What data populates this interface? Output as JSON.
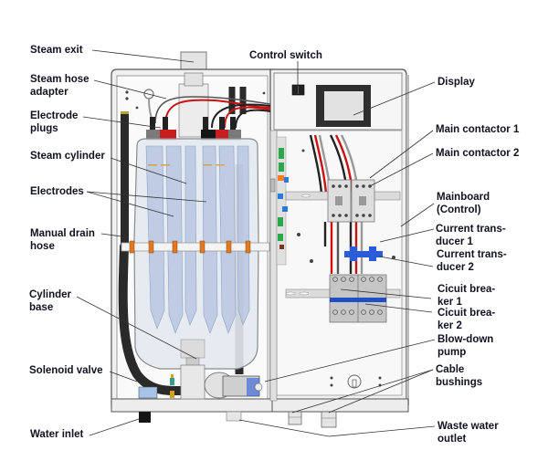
{
  "diagram": {
    "title": "Steam humidifier - internal components",
    "colors": {
      "housing": "#ececec",
      "housing_stroke": "#555555",
      "cable_red": "#cc1111",
      "cable_black": "#222222",
      "electrode_plug_red": "#c81e1e",
      "electrode_plug_grey": "#707070",
      "cylinder_fill": "#dfe6ef",
      "electrode_blue": "#aebfdc",
      "ring_orange": "#e07a22",
      "breaker_blue": "#1f4fc2",
      "transducer_blue": "#2a5bd8",
      "label_text": "#111122",
      "leader_line": "#333333"
    },
    "labels_left": [
      {
        "id": "steam-exit",
        "text": "Steam exit"
      },
      {
        "id": "steam-hose-adapter",
        "text": "Steam hose\nadapter"
      },
      {
        "id": "electrode-plugs",
        "text": "Electrode\nplugs"
      },
      {
        "id": "steam-cylinder",
        "text": "Steam cylinder"
      },
      {
        "id": "electrodes",
        "text": "Electrodes"
      },
      {
        "id": "manual-drain-hose",
        "text": "Manual drain\nhose"
      },
      {
        "id": "cylinder-base",
        "text": "Cylinder\nbase"
      },
      {
        "id": "solenoid-valve",
        "text": "Solenoid valve"
      },
      {
        "id": "water-inlet",
        "text": "Water inlet"
      }
    ],
    "labels_top": [
      {
        "id": "control-switch",
        "text": "Control switch"
      }
    ],
    "labels_right": [
      {
        "id": "display",
        "text": "Display"
      },
      {
        "id": "main-contactor-1",
        "text": "Main contactor 1"
      },
      {
        "id": "main-contactor-2",
        "text": "Main contactor 2"
      },
      {
        "id": "mainboard",
        "text": "Mainboard\n(Control)"
      },
      {
        "id": "current-transducer-1",
        "text": "Current trans-\nducer 1"
      },
      {
        "id": "current-transducer-2",
        "text": "Current trans-\nducer 2"
      },
      {
        "id": "circuit-breaker-1",
        "text": "Cicuit brea-\nker 1"
      },
      {
        "id": "circuit-breaker-2",
        "text": "Cicuit brea-\nker 2"
      },
      {
        "id": "blow-down-pump",
        "text": "Blow-down\npump"
      },
      {
        "id": "cable-bushings",
        "text": "Cable\nbushings"
      },
      {
        "id": "waste-water-outlet",
        "text": "Waste water\noutlet"
      }
    ]
  }
}
